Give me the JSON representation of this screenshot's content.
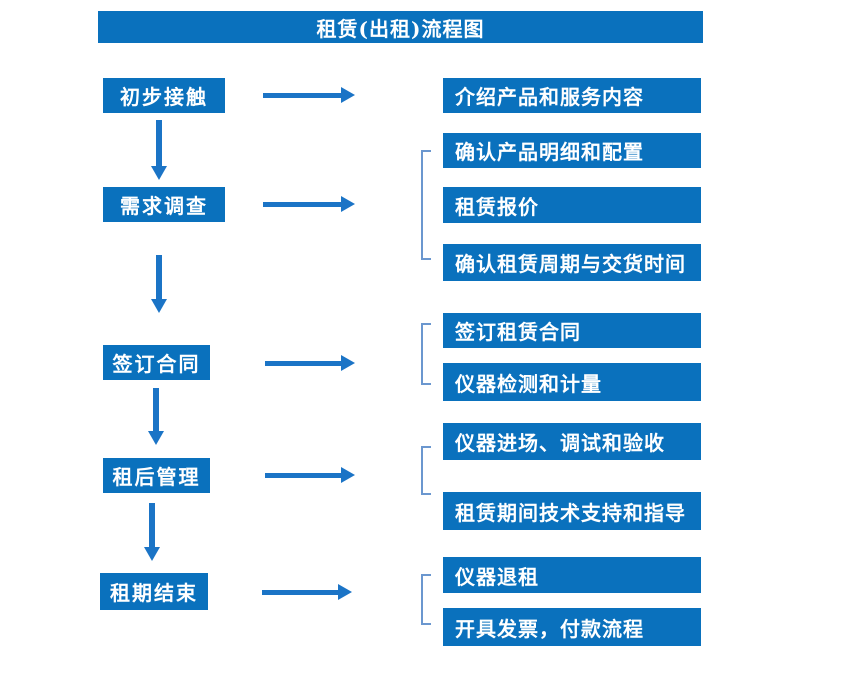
{
  "title": "租赁(出租)流程图",
  "colors": {
    "box": "#0a71bd",
    "arrow": "#1b74c6",
    "bracket": "#6b97cf",
    "text": "#ffffff",
    "background": "#ffffff"
  },
  "flow": [
    {
      "stage": "初步接触",
      "details": [
        "介绍产品和服务内容"
      ]
    },
    {
      "stage": "需求调查",
      "details": [
        "确认产品明细和配置",
        "租赁报价",
        "确认租赁周期与交货时间"
      ]
    },
    {
      "stage": "签订合同",
      "details": [
        "签订租赁合同",
        "仪器检测和计量"
      ]
    },
    {
      "stage": "租后管理",
      "details": [
        "仪器进场、调试和验收",
        "租赁期间技术支持和指导"
      ]
    },
    {
      "stage": "租期结束",
      "details": [
        "仪器退租",
        "开具发票，付款流程"
      ]
    }
  ]
}
